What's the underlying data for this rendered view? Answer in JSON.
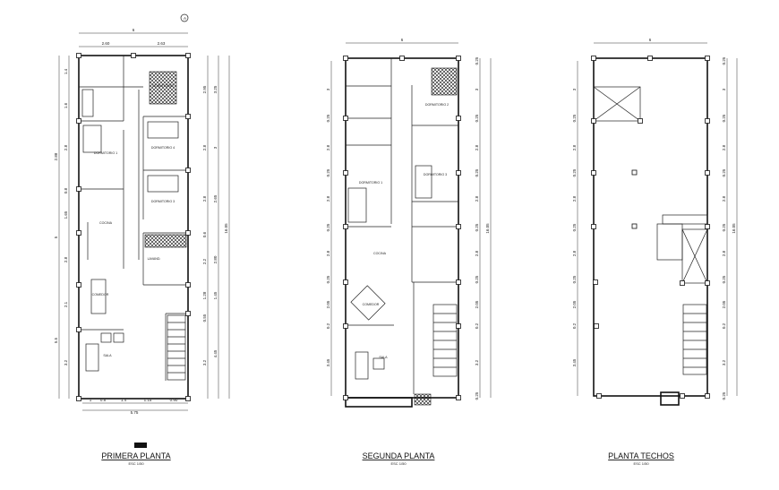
{
  "plans": [
    {
      "title": "PRIMERA PLANTA",
      "scale": "ESC 1/50",
      "top_total": "6",
      "top_parts": [
        "2.60",
        "2.63"
      ],
      "bottom_parts": [
        "1",
        "0.8",
        "1.4",
        "1.15",
        "0.90"
      ],
      "bottom_total": "5.75",
      "left_inner": [
        "1.4",
        "1.6",
        "2.8",
        "0.8",
        "1.65",
        "2.8",
        "2.1",
        "3.2"
      ],
      "left_outer": [
        "2.88",
        "5",
        "5.5"
      ],
      "right_inner": [
        "2.95",
        "2.8",
        "2.8",
        "0.6",
        "2.2",
        "1.28",
        "0.55",
        "3.2"
      ],
      "right_mid": [
        "3.25",
        "3",
        "2.65",
        "2.80",
        "1.45",
        "4.45"
      ],
      "right_total": "16.05",
      "rooms": [
        "DORMITORIO",
        "DORMITORIO 1",
        "DORMITORIO 4",
        "DORMITORIO 3",
        "COCINA",
        "LAVAND.",
        "COMEDOR",
        "SALA"
      ],
      "section_marker": "A"
    },
    {
      "title": "SEGUNDA PLANTA",
      "scale": "ESC 1/50",
      "top_total": "6",
      "left_inner": [
        "3",
        "0.25",
        "2.8",
        "0.25",
        "2.8",
        "0.25",
        "2.8",
        "0.25",
        "2.05",
        "0.2",
        "3.45"
      ],
      "right_inner": [
        "0.25",
        "3",
        "0.25",
        "2.8",
        "0.25",
        "2.8",
        "0.25",
        "2.8",
        "0.25",
        "2.05",
        "0.2",
        "3.2",
        "0.25"
      ],
      "right_total": "16.05",
      "rooms": [
        "DORMITORIO 2",
        "DORMITORIO 3",
        "DORMITORIO 1",
        "COCINA",
        "COMEDOR",
        "SALA"
      ]
    },
    {
      "title": "PLANTA TECHOS",
      "scale": "ESC 1/50",
      "top_total": "6",
      "left_inner": [
        "3",
        "0.25",
        "2.8",
        "0.25",
        "2.8",
        "0.25",
        "2.8",
        "0.25",
        "2.05",
        "0.2",
        "3.45"
      ],
      "right_inner": [
        "0.25",
        "3",
        "0.25",
        "2.8",
        "0.25",
        "2.8",
        "0.25",
        "2.8",
        "0.25",
        "2.05",
        "0.2",
        "3.2",
        "0.25"
      ],
      "right_total": "16.05"
    }
  ]
}
